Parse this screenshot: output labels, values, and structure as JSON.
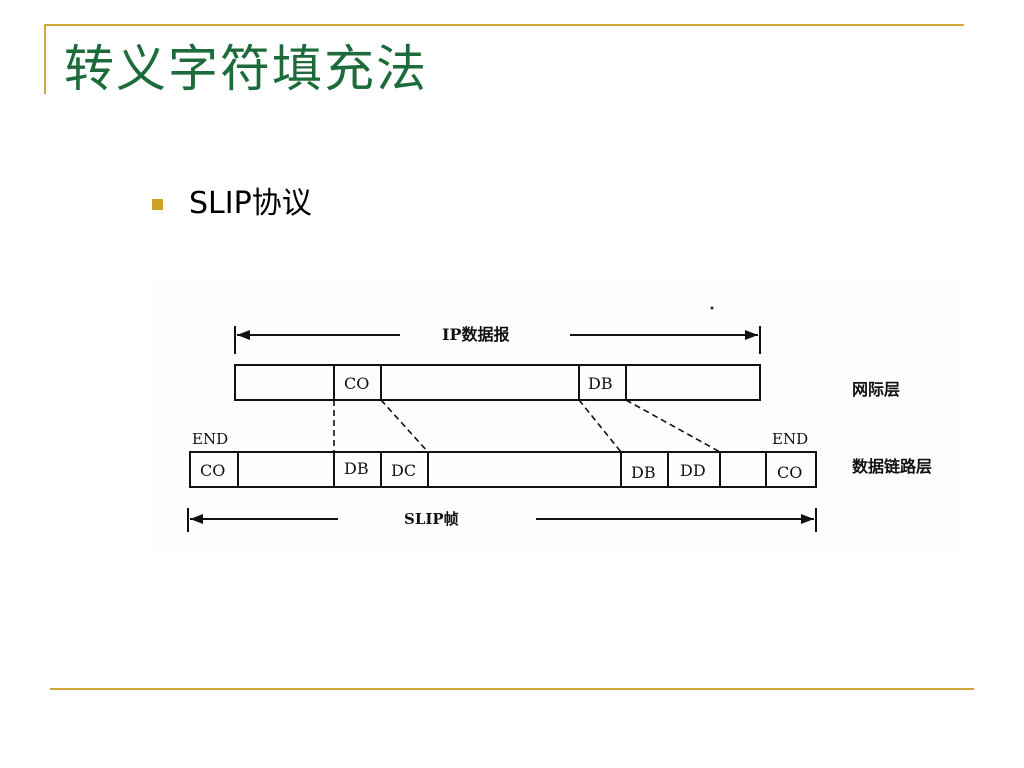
{
  "slide": {
    "title": "转义字符填充法",
    "bullet": "SLIP协议"
  },
  "diagram": {
    "ip_label": "IP数据报",
    "slip_label": "SLIP帧",
    "layer_top": "网际层",
    "layer_bottom": "数据链路层",
    "end_left": "END",
    "end_right": "END",
    "top_cells": [
      "CO",
      "DB"
    ],
    "bottom_cells": [
      "CO",
      "DB",
      "DC",
      "DB",
      "DD",
      "CO"
    ]
  },
  "colors": {
    "accent_rule": "#d4a53a",
    "title": "#1d6b3a",
    "bullet": "#c9a228"
  }
}
